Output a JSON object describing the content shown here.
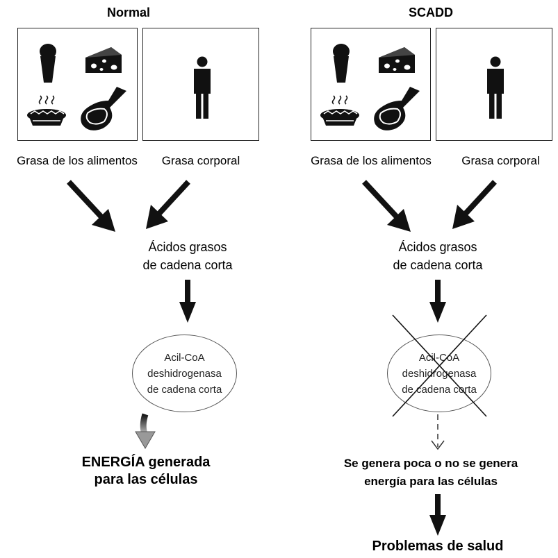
{
  "normal": {
    "title": "Normal",
    "food_fat_label": "Grasa de los alimentos",
    "body_fat_label": "Grasa corporal",
    "fatty_acids_line1": "Ácidos grasos",
    "fatty_acids_line2": "de cadena corta",
    "enzyme_line1": "Acil-CoA",
    "enzyme_line2": "deshidrogenasa",
    "enzyme_line3": "de cadena corta",
    "result_line1": "ENERGÍA generada",
    "result_line2": "para las células"
  },
  "scadd": {
    "title": "SCADD",
    "food_fat_label": "Grasa de los alimentos",
    "body_fat_label": "Grasa corporal",
    "fatty_acids_line1": "Ácidos grasos",
    "fatty_acids_line2": "de cadena corta",
    "enzyme_line1": "Acil-CoA",
    "enzyme_line2": "deshidrogenasa",
    "enzyme_line3": "de cadena corta",
    "result_line1": "Se genera poca o no se genera",
    "result_line2": "energía para las células",
    "outcome": "Problemas de salud"
  },
  "icons": [
    "ice-cream-icon",
    "cheese-icon",
    "pie-icon",
    "meat-icon",
    "person-icon"
  ]
}
